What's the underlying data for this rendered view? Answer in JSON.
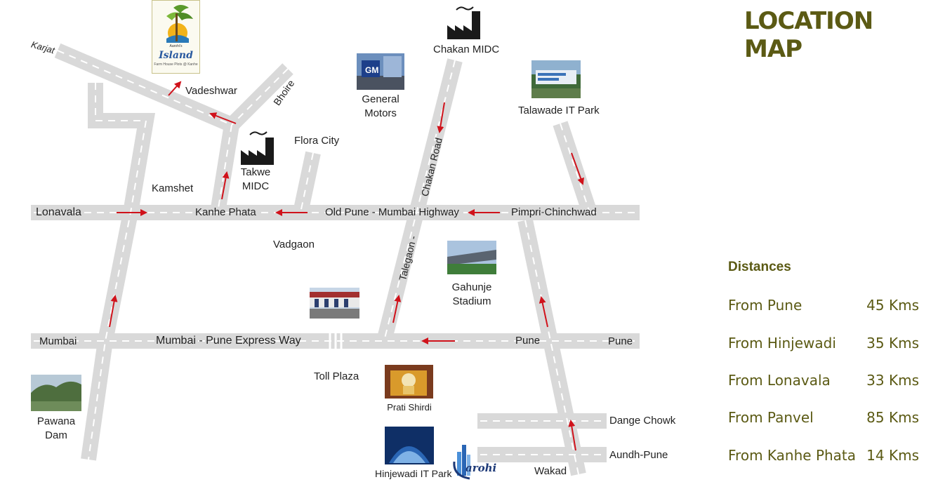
{
  "title": "LOCATION MAP",
  "places": {
    "karjat": "Karjat",
    "vadeshwar": "Vadeshwar",
    "bhoire": "Bhoire",
    "kamshet": "Kamshet",
    "takwe_midc": "Takwe MIDC",
    "flora_city": "Flora City",
    "general_motors": "General Motors",
    "chakan_midc": "Chakan MIDC",
    "talawade_it_park": "Talawade IT Park",
    "lonavala": "Lonavala",
    "kanhe_phata": "Kanhe Phata",
    "old_highway": "Old Pune - Mumbai Highway",
    "pimpri_chinchwad": "Pimpri-Chinchwad",
    "chakan_road": "Chakan Road",
    "talegaon": "Talegaon -",
    "vadgaon": "Vadgaon",
    "gahunje_stadium": "Gahunje Stadium",
    "mumbai": "Mumbai",
    "expressway": "Mumbai - Pune Express Way",
    "pune_mid": "Pune",
    "pune_end": "Pune",
    "toll_plaza": "Toll Plaza",
    "prati_shirdi": "Prati Shirdi",
    "pawana_dam": "Pawana Dam",
    "dange_chowk": "Dange Chowk",
    "aundh_pune": "Aundh-Pune",
    "hinjewadi_it_park": "Hinjewadi IT Park",
    "wakad": "Wakad"
  },
  "logo": {
    "name": "Island",
    "small_top": "Aarohi's",
    "tagline": "Farm House Plots @ Kanhe"
  },
  "brand": "arohi",
  "distances": {
    "heading": "Distances",
    "rows": [
      {
        "from": "From Pune",
        "value": "45 Kms"
      },
      {
        "from": "From Hinjewadi",
        "value": "35 Kms"
      },
      {
        "from": "From Lonavala",
        "value": "33 Kms"
      },
      {
        "from": "From Panvel",
        "value": "85 Kms"
      },
      {
        "from": "From Kanhe Phata",
        "value": "14 Kms"
      }
    ]
  },
  "colors": {
    "road": "#d9d9d9",
    "road_dash": "#ffffff",
    "arrow": "#d0121b",
    "title": "#5b5a14",
    "distance_text": "#5b5a14"
  }
}
